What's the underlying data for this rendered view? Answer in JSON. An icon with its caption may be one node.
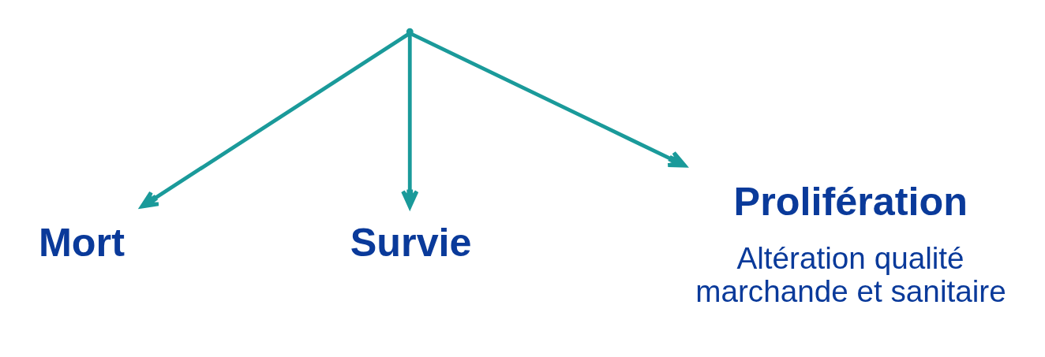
{
  "diagram": {
    "nodes": [
      {
        "text": [],
        "shape": "point"
      },
      {
        "text": [
          "Mort"
        ]
      },
      {
        "text": [
          "Survie"
        ]
      },
      {
        "text": [
          "Prolifération"
        ],
        "beside": [
          "Altération qualité marchande et sanitaire"
        ]
      }
    ],
    "edges": [
      {
        "from": 0,
        "to": 1,
        "arrow": "to"
      },
      {
        "from": 0,
        "to": 2,
        "arrow": "to"
      },
      {
        "from": 0,
        "to": 3,
        "arrow": "to"
      }
    ]
  }
}
